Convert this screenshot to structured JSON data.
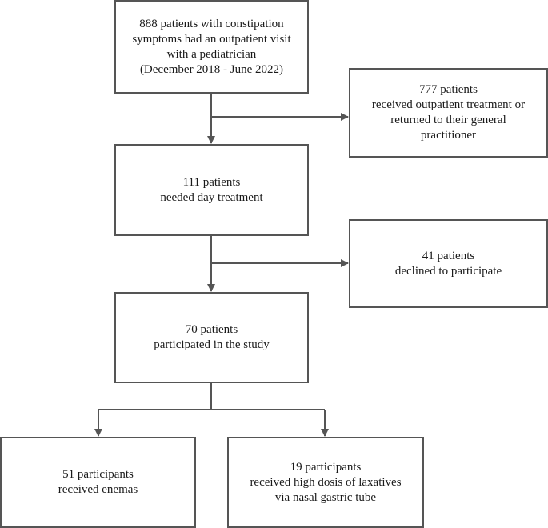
{
  "diagram": {
    "boxes": {
      "screened": "888 patients with constipation\nsymptoms had an outpatient visit\nwith a pediatrician\n(December 2018 - June 2022)",
      "outpatient": "777 patients\nreceived outpatient treatment or\nreturned to their general\npractitioner",
      "day_treatment": "111 patients\nneeded day treatment",
      "declined": "41 patients\ndeclined to participate",
      "participated": "70 patients\nparticipated in the study",
      "enemas": "51 participants\nreceived enemas",
      "laxatives": "19 participants\nreceived high dosis of laxatives\nvia nasal gastric tube"
    },
    "colors": {
      "line": "#555555",
      "text": "#1a1a1a",
      "background": "#ffffff"
    }
  }
}
